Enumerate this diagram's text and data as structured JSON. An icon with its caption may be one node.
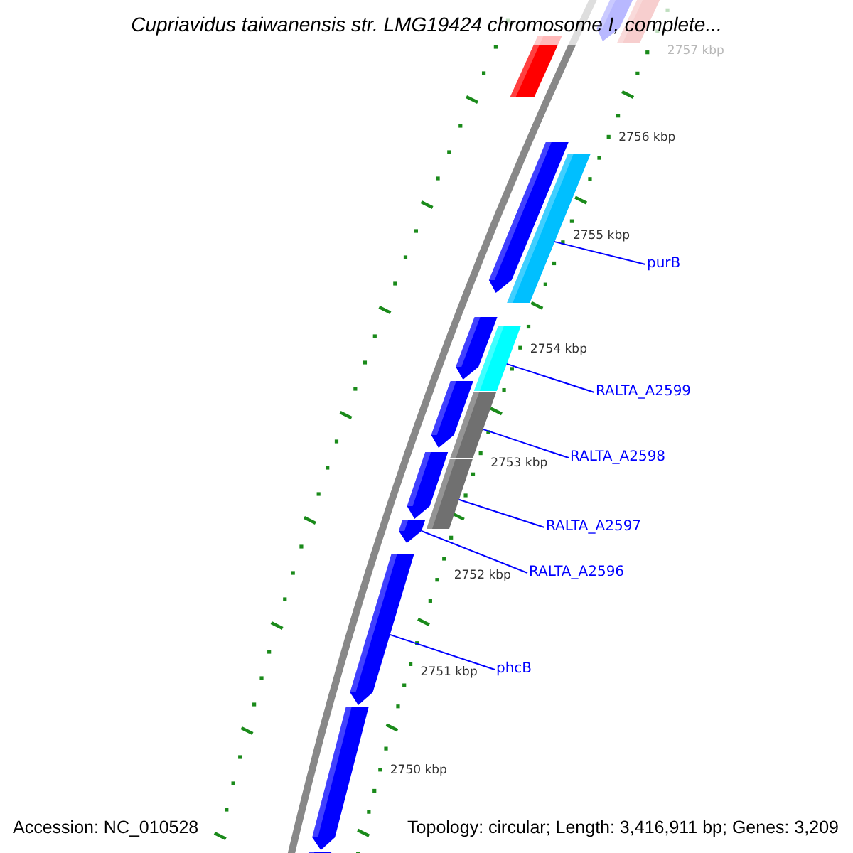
{
  "diagram": {
    "title": "Cupriavidus taiwanensis str. LMG19424 chromosome I, complete...",
    "nodes": [
      {
        "text": [
          "purB"
        ]
      },
      {
        "text": [
          "RALTA_A2599"
        ]
      },
      {
        "text": [
          "RALTA_A2598"
        ]
      },
      {
        "text": [
          "RALTA_A2597"
        ]
      },
      {
        "text": [
          "RALTA_A2596"
        ]
      },
      {
        "text": [
          "phcB"
        ]
      },
      {
        "text": [],
        "shape": "bar"
      },
      {
        "text": [],
        "shape": "bar"
      },
      {
        "text": [],
        "shape": "bar"
      },
      {
        "text": [],
        "shape": "bar"
      },
      {
        "text": [],
        "shape": "bar"
      },
      {
        "text": [],
        "shape": "bar"
      },
      {
        "text": [],
        "shape": "bar"
      },
      {
        "text": [],
        "shape": "bar"
      },
      {
        "text": [],
        "shape": "bar"
      },
      {
        "text": [],
        "shape": "bar"
      },
      {
        "text": [],
        "shape": "bar"
      },
      {
        "text": [],
        "shape": "bar"
      },
      {
        "text": [],
        "shape": "bar"
      },
      {
        "text": [],
        "shape": "bar"
      },
      {
        "text": [],
        "shape": "bar"
      }
    ],
    "edges": [
      {
        "from": 0,
        "to": 10,
        "arrow": "none"
      },
      {
        "from": 1,
        "to": 12,
        "arrow": "none"
      },
      {
        "from": 2,
        "to": 14,
        "arrow": "none"
      },
      {
        "from": 3,
        "to": 16,
        "arrow": "none"
      },
      {
        "from": 4,
        "to": 17,
        "arrow": "none"
      },
      {
        "from": 5,
        "to": 18,
        "arrow": "none"
      }
    ],
    "labels": [
      "2757 kbp",
      "2756 kbp",
      "2755 kbp",
      "2754 kbp",
      "2753 kbp",
      "2752 kbp",
      "2751 kbp",
      "2750 kbp",
      "Accession: NC_010528",
      "Topology: circular; Length: 3,416,911 bp; Genes: 3,209"
    ]
  }
}
